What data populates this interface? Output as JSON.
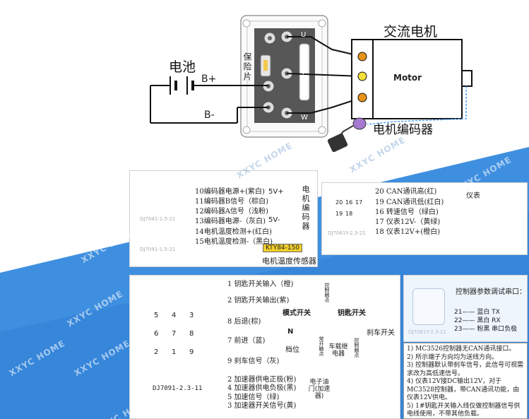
{
  "top": {
    "battery_label": "电池",
    "b_plus": "B+",
    "b_minus": "B-",
    "fuse_label": "保险片",
    "ac_motor_label": "交流电机",
    "motor_label": "Motor",
    "encoder_label": "电机编码器",
    "phase_u": "U",
    "phase_v": "V",
    "phase_w": "W"
  },
  "encoder_panel": {
    "pins": [
      "10编码器电源+(紫白)",
      "11编码器B信号（棕白)",
      "12编码器A信号（浅粉)",
      "13编码器电源-（灰白)",
      "14电机温度检测+(红白)",
      "15电机温度检测-（黑白)"
    ],
    "connector_a": "DJ7041-1.5-21",
    "connector_b": "DJ7091-1.5-21",
    "v_plus": "5V+",
    "v_minus": "5V-",
    "side_label": "电机编码器",
    "sensor_part": "KTY84-150",
    "sensor_label": "电机温度传感器"
  },
  "meter_panel": {
    "pins": [
      "20 CAN通讯高(红)",
      "19 CAN通讯低(红白)",
      "16 转速信号（绿白)",
      "17 仪表12V-（黄绿)",
      "18 仪表12V+(橙白)"
    ],
    "connector": "DJ7061Y-2.3-21",
    "meter_label": "仪表",
    "pin_numbers": [
      "20",
      "16",
      "17",
      "19",
      "18"
    ]
  },
  "control_panel": {
    "lines": [
      "1 钥匙开关输入（橙)",
      "2 钥匙开关输出(紫)",
      "8 后退(棕)",
      "7 前进（蓝)",
      "9 刹车信号（灰)",
      "2 加速器供电正极(粉)",
      "4 加速器供电负极(黑)",
      "5 加速信号（绿)",
      "3 加速器开关信号(黄)"
    ],
    "connector": "DJ7091-2.3-11",
    "pins": [
      "5",
      "4",
      "3",
      "6",
      "7",
      "8",
      "2",
      "1",
      "9"
    ],
    "key_switch": "钥匙开关",
    "mode_switch": "模式开关",
    "n_label": "N",
    "gear_label": "档位",
    "brake_switch": "刹车开关",
    "relay_label": "车载继电器",
    "relay_normally_open": "常开触点",
    "relay_control": "控制触点",
    "control_point": "控制触点",
    "accel_label": "电子油门(加速器)"
  },
  "debug_panel": {
    "title": "控制器参数调试串口：",
    "items": [
      "21—— 蓝白 TX",
      "22—— 黑白 RX",
      "23—— 粉黑 串口负极"
    ],
    "connector": "DJ7061Y-2.3-21"
  },
  "notes": [
    "1) MC3526控制器无CAN通讯接口。",
    "2) 所示端子方向均为送线方向。",
    "3) 控制器默认带刹车信号，此信号可视需求改为高低速信号。",
    "4) 仪表12V接DC输出12V，对于MC3528控制器，带CAN通讯功能，由仪表12V供电。",
    "5) 1#钥匙开关输入线仅做控制器信号供电线使用，不带其他负载。"
  ],
  "watermark": "XXYC HOME",
  "colors": {
    "blue_band": "#3f8fe0",
    "dark_blue": "#1e73c8",
    "terminal_orange": "#e8941a",
    "terminal_yellow": "#f4e23a",
    "sensor_box": "#f2d02a",
    "encoder_purple": "#a57ad0"
  }
}
